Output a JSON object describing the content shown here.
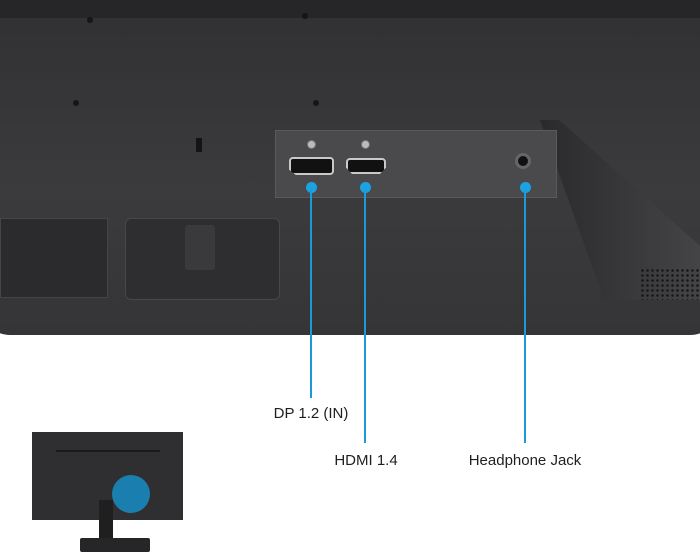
{
  "callouts": [
    {
      "label": "DP 1.2 (IN)"
    },
    {
      "label": "HDMI 1.4"
    },
    {
      "label": "Headphone Jack"
    }
  ],
  "colors": {
    "accent": "#1a9ad6",
    "body": "#3a3a3c"
  }
}
